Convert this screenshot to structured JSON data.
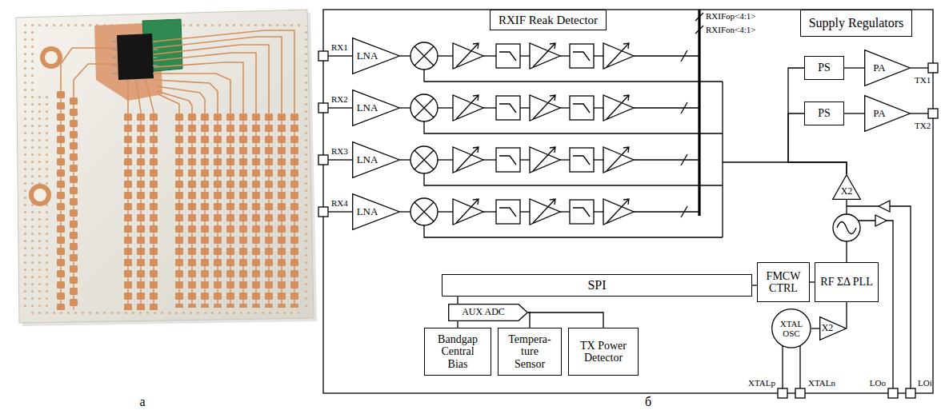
{
  "diagram": {
    "nodes": [
      {
        "text": [
          "RXIF Reak Detector"
        ]
      },
      {
        "text": [
          "Supply Regulators"
        ]
      },
      {
        "text": [
          "LNA"
        ]
      },
      {
        "text": [
          "LNA"
        ]
      },
      {
        "text": [
          "LNA"
        ]
      },
      {
        "text": [
          "LNA"
        ]
      },
      {
        "text": [
          "PS"
        ]
      },
      {
        "text": [
          "PA"
        ]
      },
      {
        "text": [
          "PS"
        ]
      },
      {
        "text": [
          "PA"
        ]
      },
      {
        "text": [
          "X2"
        ]
      },
      {
        "text": [
          "SPI"
        ]
      },
      {
        "text": [
          "FMCW CTRL"
        ]
      },
      {
        "text": [
          "RF ΣΔ PLL"
        ]
      },
      {
        "text": [
          "AUX ADC"
        ]
      },
      {
        "text": [
          "XTAL OSC"
        ]
      },
      {
        "text": [
          "X2"
        ]
      },
      {
        "text": [
          "Bandgap Central Bias"
        ]
      },
      {
        "text": [
          "Tempera- ture Sensor"
        ]
      },
      {
        "text": [
          "TX Power Detector"
        ]
      }
    ],
    "edges": [
      {
        "from": 6,
        "to": 7,
        "arrow": "none"
      },
      {
        "from": 8,
        "to": 9,
        "arrow": "none"
      },
      {
        "from": 10,
        "to": 6,
        "arrow": "none"
      },
      {
        "from": 10,
        "to": 8,
        "arrow": "none"
      },
      {
        "from": 12,
        "to": 11,
        "arrow": "none"
      },
      {
        "from": 12,
        "to": 13,
        "arrow": "none"
      },
      {
        "from": 15,
        "to": 16,
        "arrow": "none"
      },
      {
        "from": 16,
        "to": 13,
        "arrow": "none"
      },
      {
        "from": 11,
        "to": 14,
        "arrow": "none"
      },
      {
        "from": 14,
        "to": 17,
        "arrow": "none"
      },
      {
        "from": 14,
        "to": 18,
        "arrow": "none"
      },
      {
        "from": 14,
        "to": 19,
        "arrow": "none"
      }
    ],
    "labels": [
      "а",
      "б",
      "RXIFop<4:1>",
      "RXIFon<4:1>",
      "RX1",
      "RX2",
      "RX3",
      "RX4",
      "TX1",
      "TX2",
      "XTALp",
      "XTALn",
      "LOo",
      "LOi"
    ]
  }
}
